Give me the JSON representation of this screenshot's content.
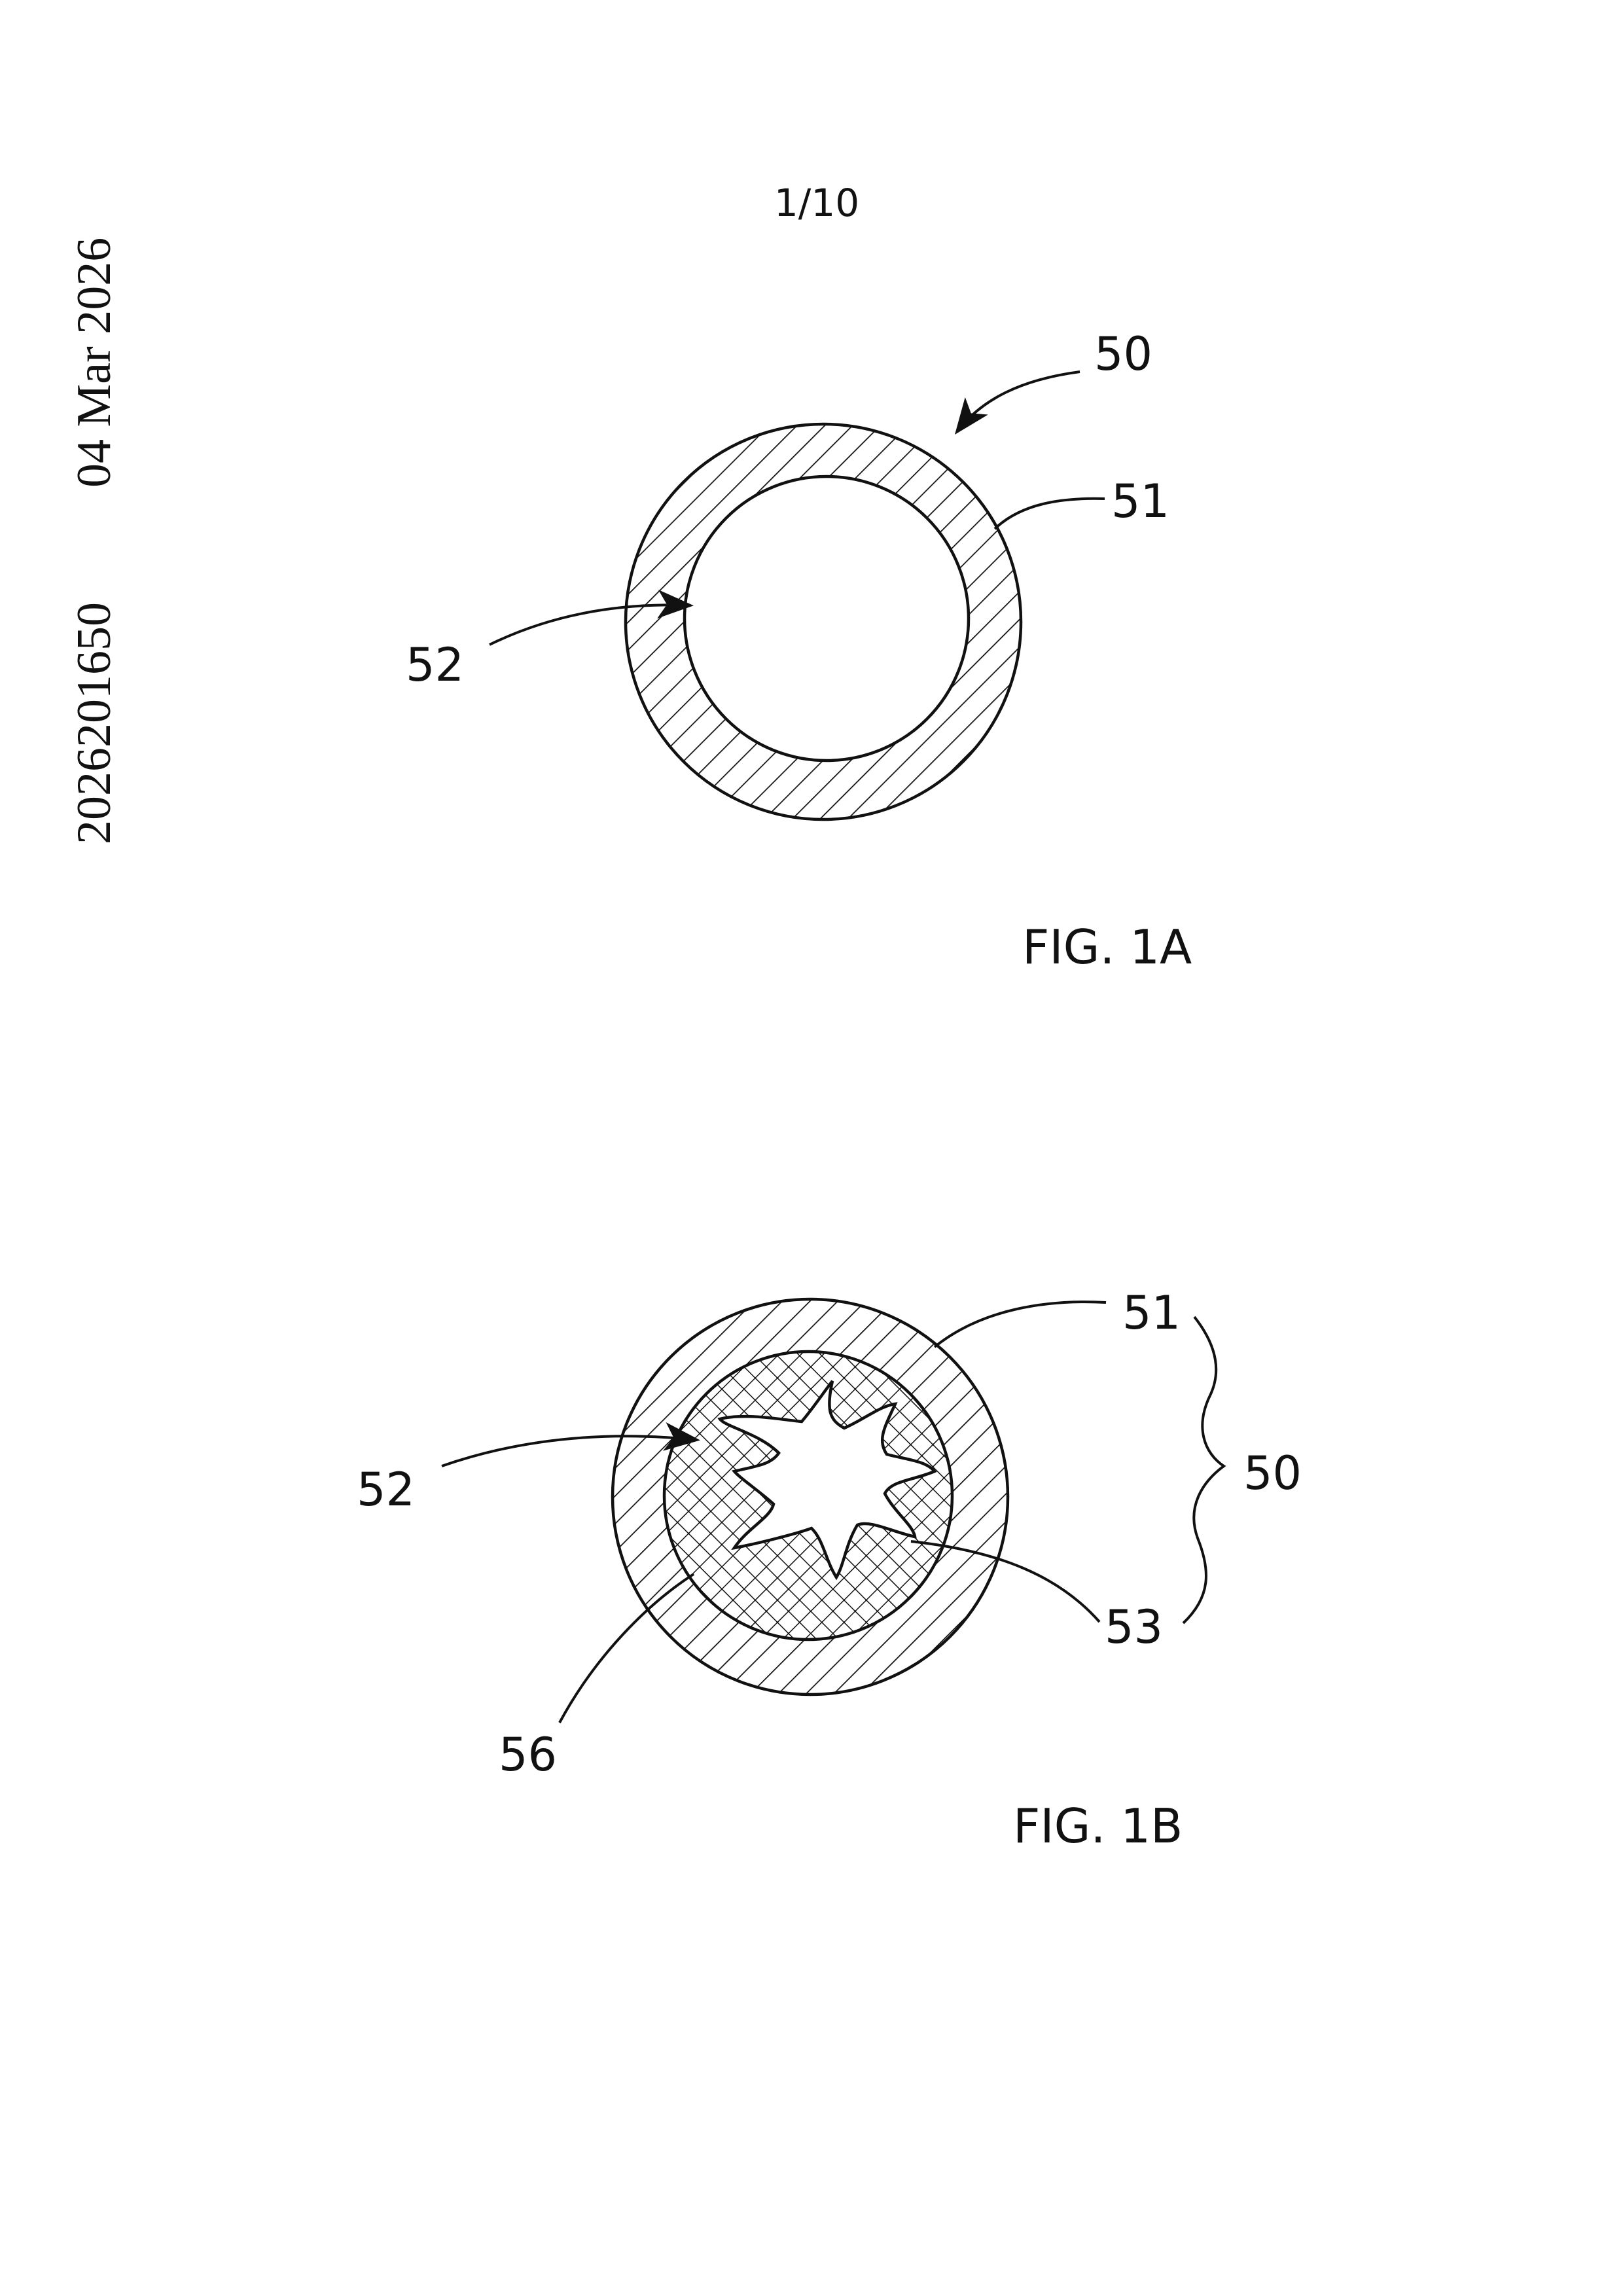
{
  "sidebar": {
    "date": "04 Mar 2026",
    "doc_number": "2026201650"
  },
  "page_number": "1/10",
  "fig_1a": {
    "caption": "FIG. 1A",
    "labels": {
      "l50": "50",
      "l51": "51",
      "l52": "52"
    }
  },
  "fig_1b": {
    "caption": "FIG. 1B",
    "labels": {
      "l51": "51",
      "l52": "52",
      "l53": "53",
      "l56": "56",
      "l50": "50"
    }
  },
  "colors": {
    "ink": "#111111",
    "paper": "#ffffff"
  }
}
